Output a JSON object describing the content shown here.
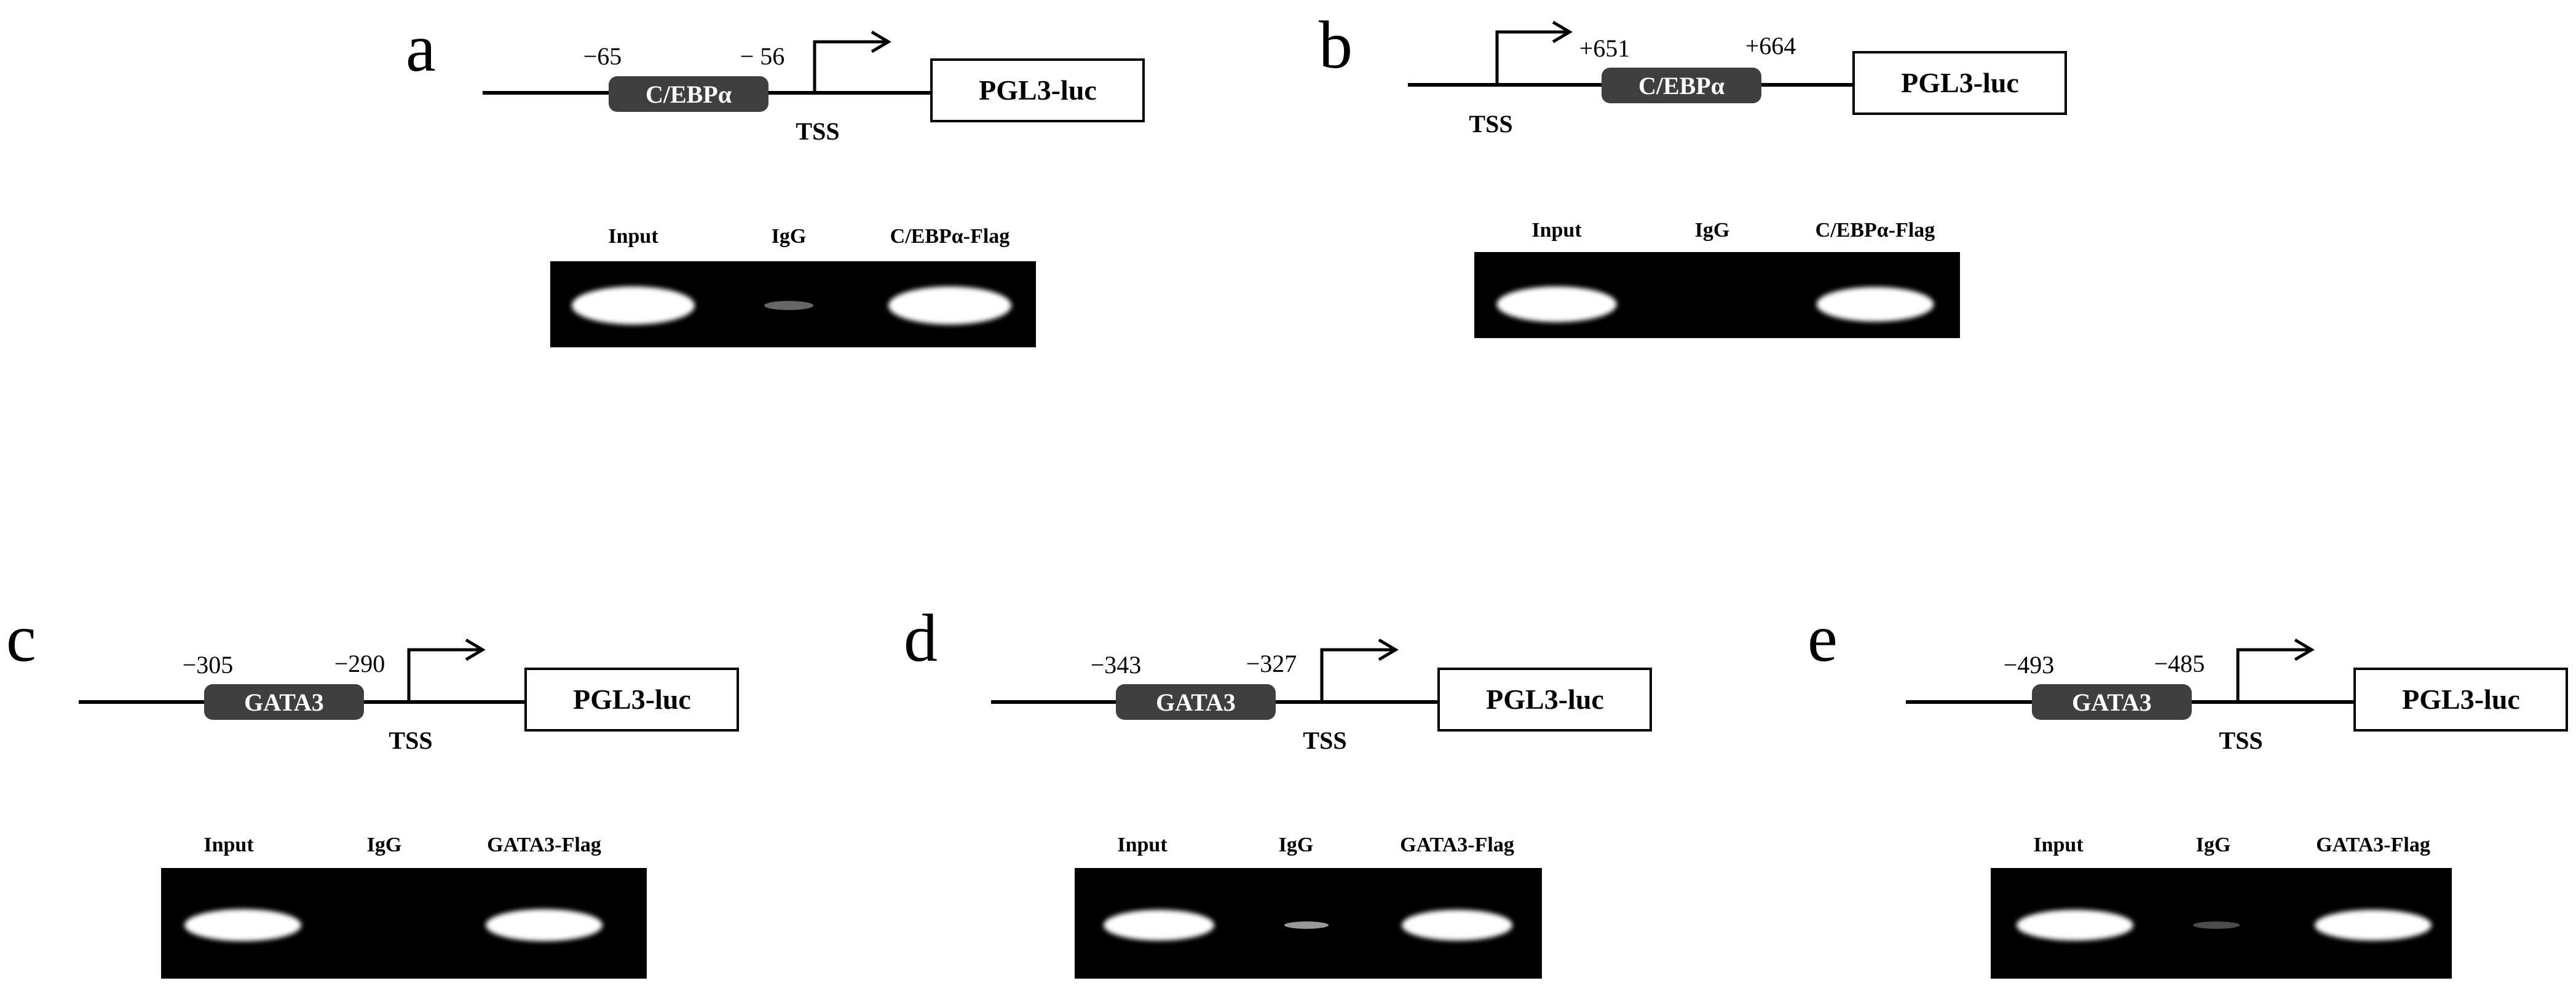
{
  "panels": [
    {
      "id": "a",
      "letter": "a",
      "site": "C/EBPα",
      "left_coord": "−65",
      "right_coord": "− 56",
      "tss": "TSS",
      "reporter": "PGL3-luc",
      "lanes": [
        "Input",
        "IgG",
        "C/EBPα-Flag"
      ],
      "band_strength": [
        1.0,
        0.08,
        1.0
      ]
    },
    {
      "id": "b",
      "letter": "b",
      "site": "C/EBPα",
      "left_coord": "+651",
      "right_coord": "+664",
      "tss": "TSS",
      "reporter": "PGL3-luc",
      "lanes": [
        "Input",
        "IgG",
        "C/EBPα-Flag"
      ],
      "band_strength": [
        1.0,
        0.0,
        0.85
      ]
    },
    {
      "id": "c",
      "letter": "c",
      "site": "GATA3",
      "left_coord": "−305",
      "right_coord": "−290",
      "tss": "TSS",
      "reporter": "PGL3-luc",
      "lanes": [
        "Input",
        "IgG",
        "GATA3-Flag"
      ],
      "band_strength": [
        1.0,
        0.0,
        1.0
      ]
    },
    {
      "id": "d",
      "letter": "d",
      "site": "GATA3",
      "left_coord": "−343",
      "right_coord": "−327",
      "tss": "TSS",
      "reporter": "PGL3-luc",
      "lanes": [
        "Input",
        "IgG",
        "GATA3-Flag"
      ],
      "band_strength": [
        1.0,
        0.12,
        1.0
      ]
    },
    {
      "id": "e",
      "letter": "e",
      "site": "GATA3",
      "left_coord": "−493",
      "right_coord": "−485",
      "tss": "TSS",
      "reporter": "PGL3-luc",
      "lanes": [
        "Input",
        "IgG",
        "GATA3-Flag"
      ],
      "band_strength": [
        1.0,
        0.06,
        1.0
      ]
    }
  ],
  "colors": {
    "site_box": "#3f3f3f",
    "gel": "#000000",
    "band": "#ffffff",
    "line": "#000000"
  }
}
